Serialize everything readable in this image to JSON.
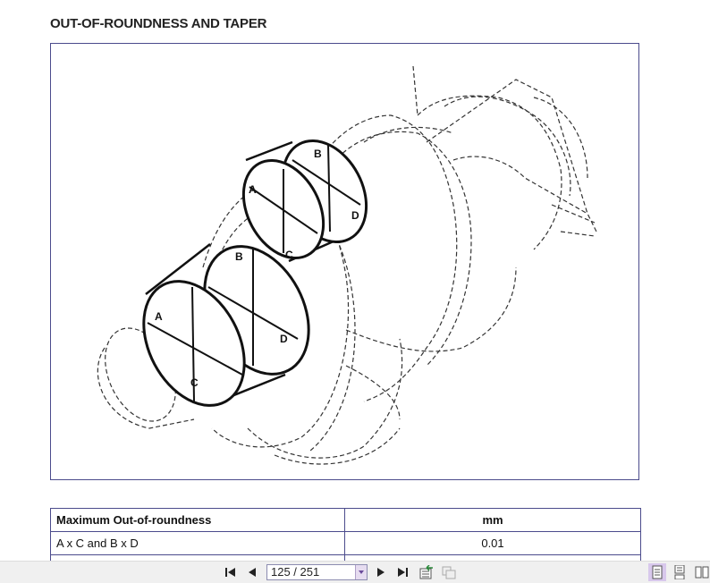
{
  "title": "OUT-OF-ROUNDNESS AND TAPER",
  "figure": {
    "labels": {
      "a1": "A",
      "b1": "B",
      "c1": "C",
      "d1": "D",
      "a2": "A",
      "b2": "B",
      "c2": "C",
      "d2": "D"
    }
  },
  "table": {
    "header": [
      "Maximum Out-of-roundness",
      "mm"
    ],
    "rows": [
      [
        "A x C and B x D",
        "0.01"
      ]
    ]
  },
  "toolbar": {
    "page_value": "125 / 251",
    "icons": [
      "first-page-icon",
      "prev-page-icon",
      "next-page-icon",
      "last-page-icon",
      "go-back-view-icon",
      "go-forward-view-icon",
      "single-page-view-icon",
      "continuous-view-icon",
      "two-page-view-icon"
    ],
    "active_view": "single-page"
  }
}
